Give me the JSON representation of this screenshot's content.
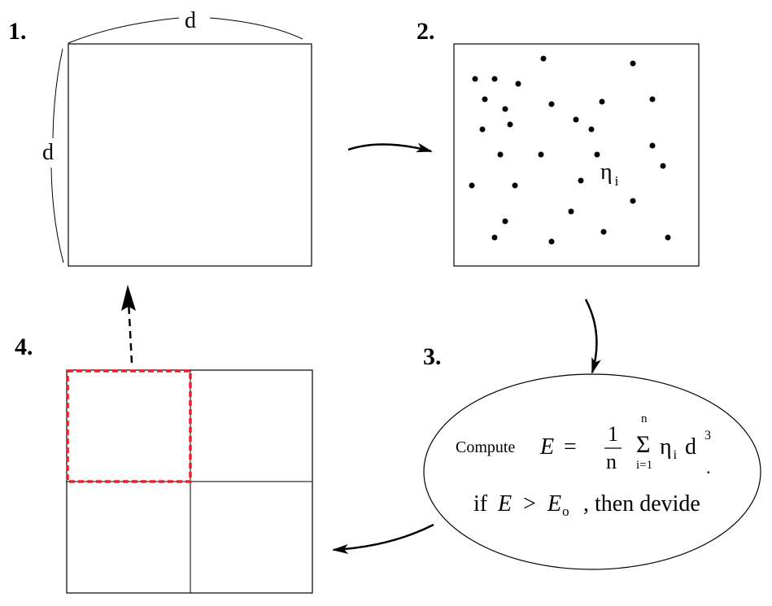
{
  "steps": {
    "one": "1.",
    "two": "2.",
    "three": "3.",
    "four": "4."
  },
  "box1": {
    "top_label": "d",
    "side_label": "d"
  },
  "box2": {
    "label_main": "η",
    "label_sub": "i"
  },
  "formula": {
    "compute": "Compute",
    "E": "E",
    "equals": "=",
    "frac_num": "1",
    "frac_den": "n",
    "sum_symbol": "Σ",
    "sum_upper": "n",
    "sum_lower": "i=1",
    "eta": "η",
    "eta_sub": "i",
    "d": "d",
    "d_exp": "3",
    "period": ".",
    "if_word": "if",
    "E2": "E",
    "gt": ">",
    "E0": "E",
    "E0_sub": "o",
    "then_text": ", then devide"
  },
  "colors": {
    "highlight_dashed_box": "#e8202a",
    "lines": "#000000"
  }
}
